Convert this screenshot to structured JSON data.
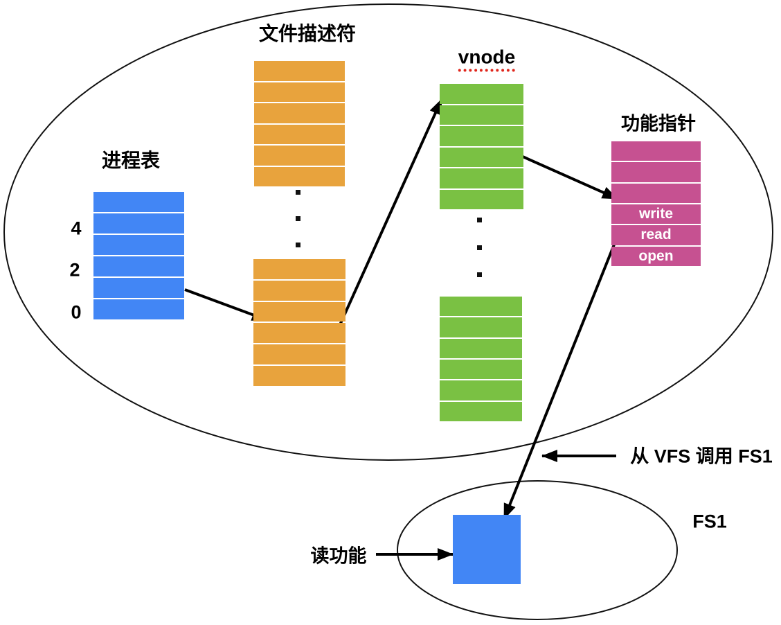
{
  "labels": {
    "file_descriptor": "文件描述符",
    "process_table": "进程表",
    "vnode": "vnode",
    "function_pointers": "功能指针",
    "call_fs1": "从 VFS 调用 FS1",
    "fs1": "FS1",
    "read_function": "读功能"
  },
  "process_table": {
    "row_labels": [
      "4",
      "2",
      "0"
    ]
  },
  "function_pointer_table": {
    "rows": [
      "",
      "",
      "",
      "write",
      "read",
      "open"
    ]
  },
  "colors": {
    "process_blue": "#4286F5",
    "descriptor_orange": "#E8A33D",
    "vnode_green": "#7AC143",
    "pointer_magenta": "#C65191",
    "underline_red": "#E0261C",
    "line_black": "#000000"
  }
}
